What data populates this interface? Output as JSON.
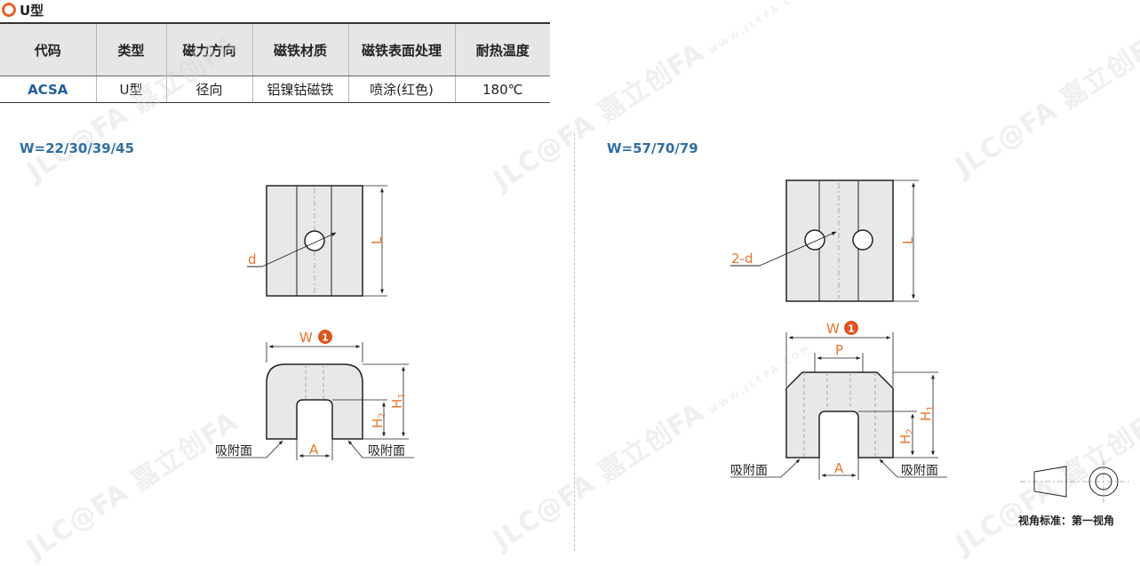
{
  "title": "U型",
  "table": {
    "headers": [
      "代码",
      "类型",
      "磁力方向",
      "磁铁材质",
      "磁铁表面处理",
      "耐热温度"
    ],
    "rows": [
      [
        "ACSA",
        "U型",
        "径向",
        "铝镍钴磁铁",
        "喷涂(红色)",
        "180℃"
      ]
    ]
  },
  "watermark": {
    "brand": "JLC@FA 嘉立创FA",
    "url": "WWW.JLCFA.COM"
  },
  "left_drawing": {
    "caption": "W=22/30/39/45",
    "d_label": "d",
    "L_label": "L",
    "W_label": "W",
    "W_badge": "1",
    "H1_label": "H1",
    "H2_label": "H2",
    "A_label": "A",
    "face_left": "吸附面",
    "face_right": "吸附面"
  },
  "right_drawing": {
    "caption": "W=57/70/79",
    "d_label": "2-d",
    "L_label": "L",
    "W_label": "W",
    "W_badge": "1",
    "P_label": "P",
    "H1_label": "H1",
    "H2_label": "H2",
    "A_label": "A",
    "face_left": "吸附面",
    "face_right": "吸附面"
  },
  "view_standard": "视角标准：第一视角",
  "colors": {
    "accent": "#e8622a",
    "caption_blue": "#2f6ea3",
    "dim_orange": "#e8742a"
  }
}
